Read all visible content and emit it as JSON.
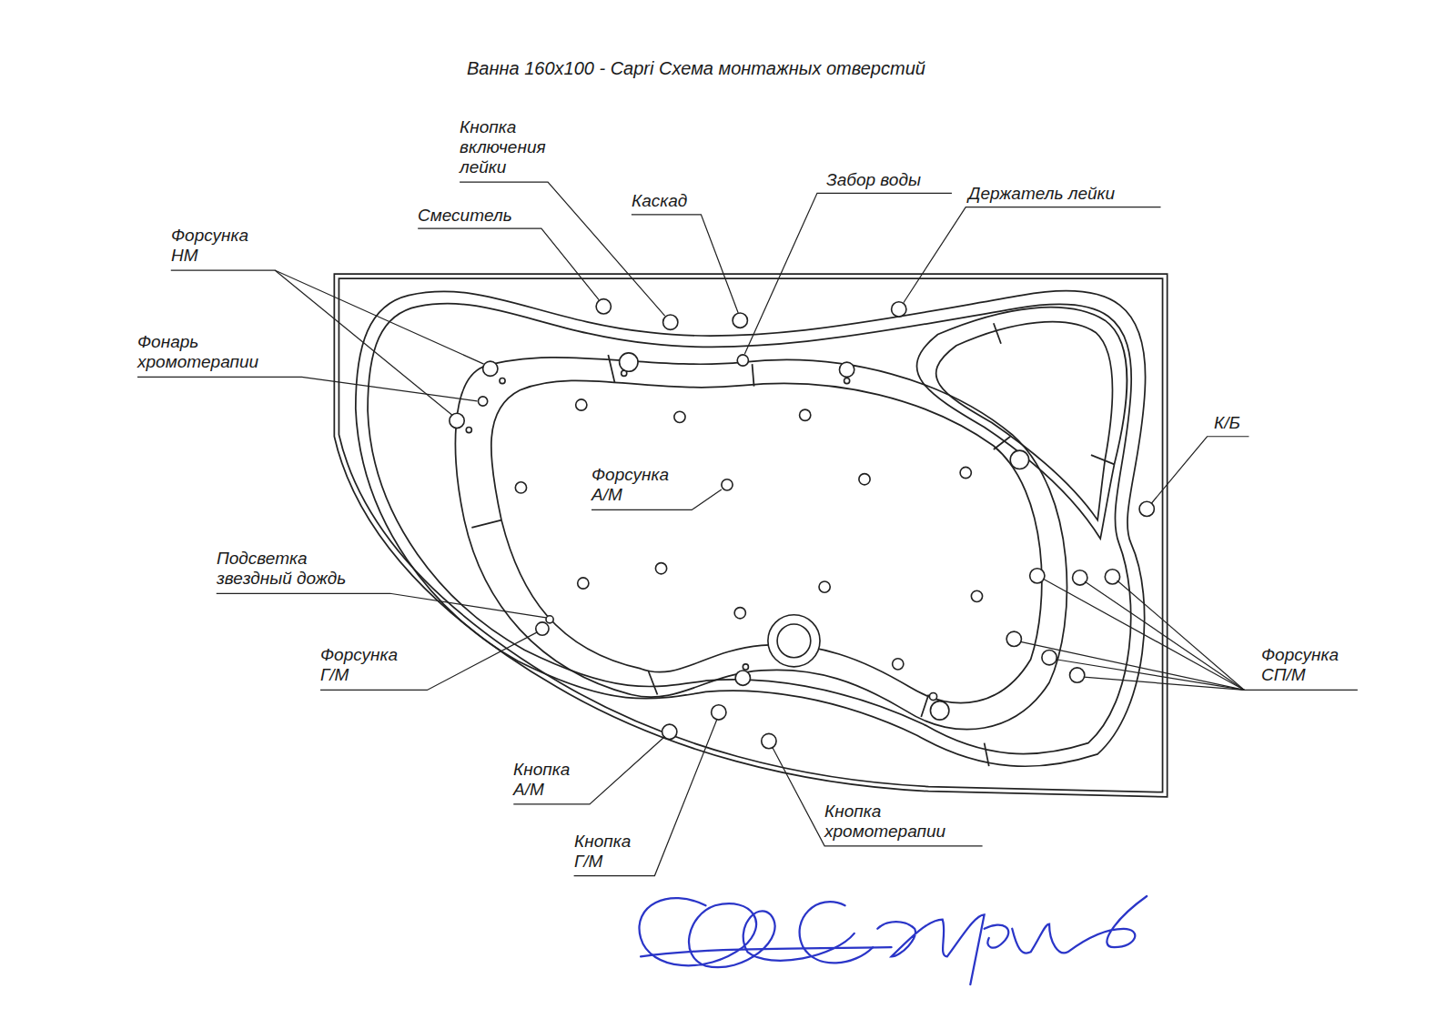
{
  "diagram": {
    "title": "Ванна 160x100 - Capri Схема монтажных отверстий",
    "labels": [
      "Кнопка включения лейки",
      "Каскад",
      "Забор воды",
      "Держатель лейки",
      "Смеситель",
      "Форсунка НМ",
      "Фонарь хромотерапии",
      "К/Б",
      "Форсунка А/М",
      "Подсветка звездный дождь",
      "Форсунка Г/М",
      "Форсунка СП/М",
      "Кнопка А/М",
      "Кнопка Г/М",
      "Кнопка хромотерапии"
    ]
  }
}
